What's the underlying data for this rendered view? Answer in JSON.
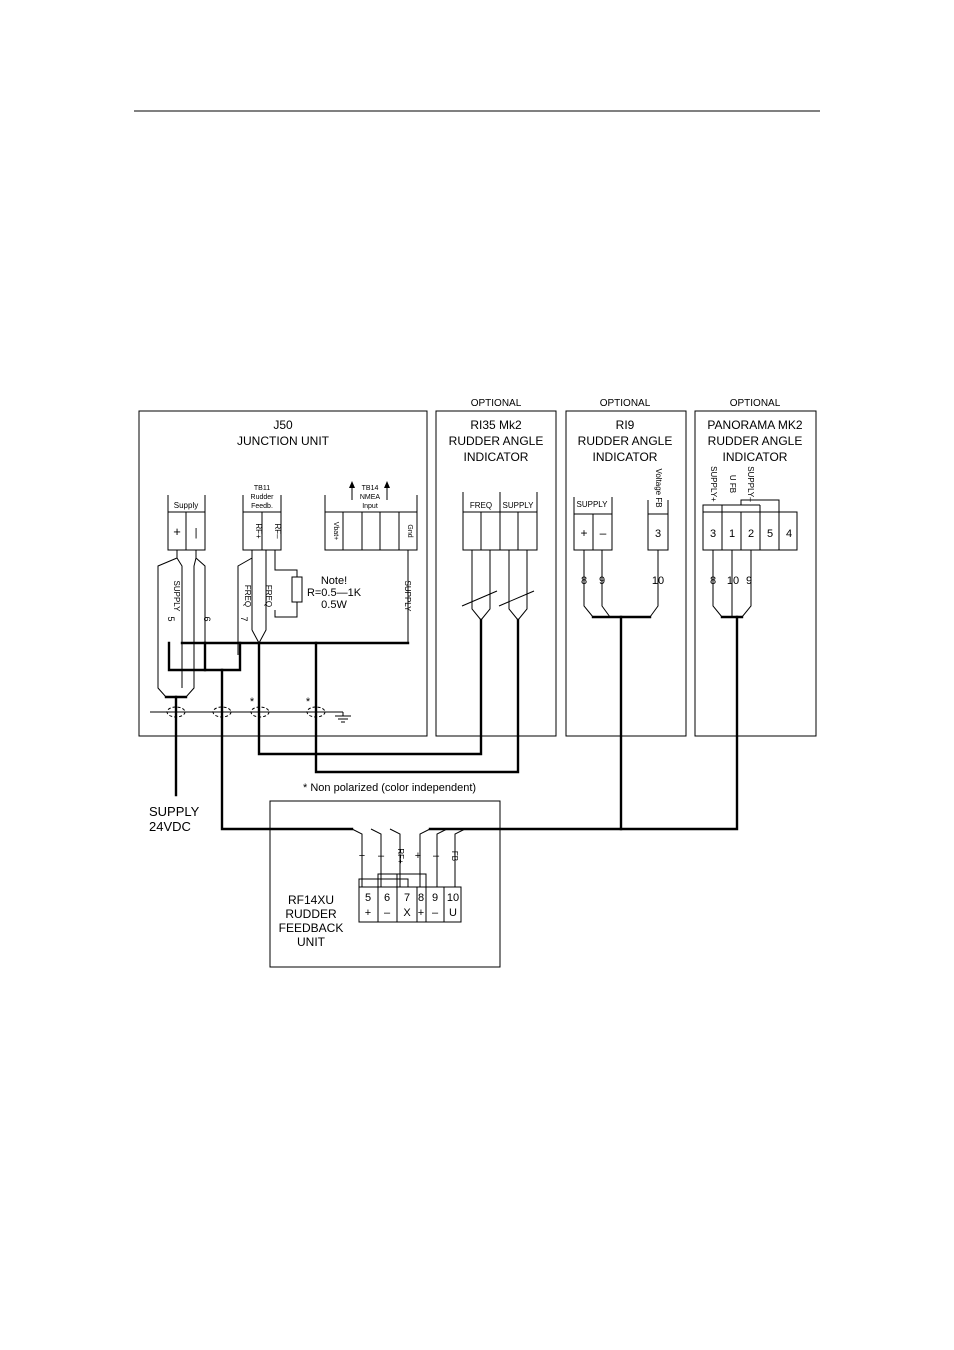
{
  "optional_label": "OPTIONAL",
  "j50": {
    "title1": "J50",
    "title2": "JUNCTION UNIT",
    "supply_header": "Supply",
    "plus": "+",
    "minus": "|",
    "tb11_line1": "TB11",
    "tb11_line2": "Rudder",
    "tb11_line3": "Feedb.",
    "rf_plus": "RF+",
    "rf_minus": "RF–",
    "tb14_line1": "TB14",
    "tb14_line2": "NMEA",
    "tb14_line3": "Input",
    "vbat": "Vbat+",
    "gnd": "Gnd",
    "note_line1": "Note!",
    "note_line2": "R=0.5—1K",
    "note_line3": "0.5W",
    "wire_supply_left": "SUPPLY",
    "wire_freq_left": "FREQ",
    "wire_freq_right": "FREQ",
    "wire_supply_right": "SUPPLY",
    "num5": "5",
    "num6": "6",
    "num7": "7",
    "star1": "*",
    "star2": "*"
  },
  "ri35": {
    "title1": "RI35  Mk2",
    "title2": "RUDDER  ANGLE",
    "title3": "INDICATOR",
    "freq": "FREQ",
    "supply": "SUPPLY"
  },
  "ri9": {
    "title1": "RI9",
    "title2": "RUDDER  ANGLE",
    "title3": "INDICATOR",
    "supply": "SUPPLY",
    "voltage_fb": "Voltage  FB",
    "plus": "+",
    "minus": "–",
    "t3": "3",
    "n8": "8",
    "n9": "9",
    "n10": "10"
  },
  "panorama": {
    "title1": "PANORAMA  MK2",
    "title2": "RUDDER  ANGLE",
    "title3": "INDICATOR",
    "supply_plus": "SUPPLY+",
    "u_fb": "U  FB",
    "supply_minus": "SUPPLY–",
    "t3": "3",
    "t1": "1",
    "t2": "2",
    "t5": "5",
    "t4": "4",
    "n8": "8",
    "n10": "10",
    "n9": "9"
  },
  "supply_ext": {
    "line1": "SUPPLY",
    "line2": "24VDC"
  },
  "non_polarized_note": "*  Non  polarized  (color  independent)",
  "rf14": {
    "title1": "RF14XU",
    "title2": "RUDDER",
    "title3": "FEEDBACK",
    "title4": "UNIT",
    "t5": "5",
    "t6": "6",
    "t7": "7",
    "t8": "8",
    "t9": "9",
    "t10": "10",
    "s_plus1": "+",
    "s_minus1": "–",
    "s_x": "X",
    "s_plus2": "+",
    "s_minus2": "–",
    "s_u": "U",
    "w_plus1": "+",
    "w_minus1": "–",
    "w_rf": "RF+",
    "w_plus2": "+",
    "w_minus2": "–",
    "w_fb": "FB"
  }
}
